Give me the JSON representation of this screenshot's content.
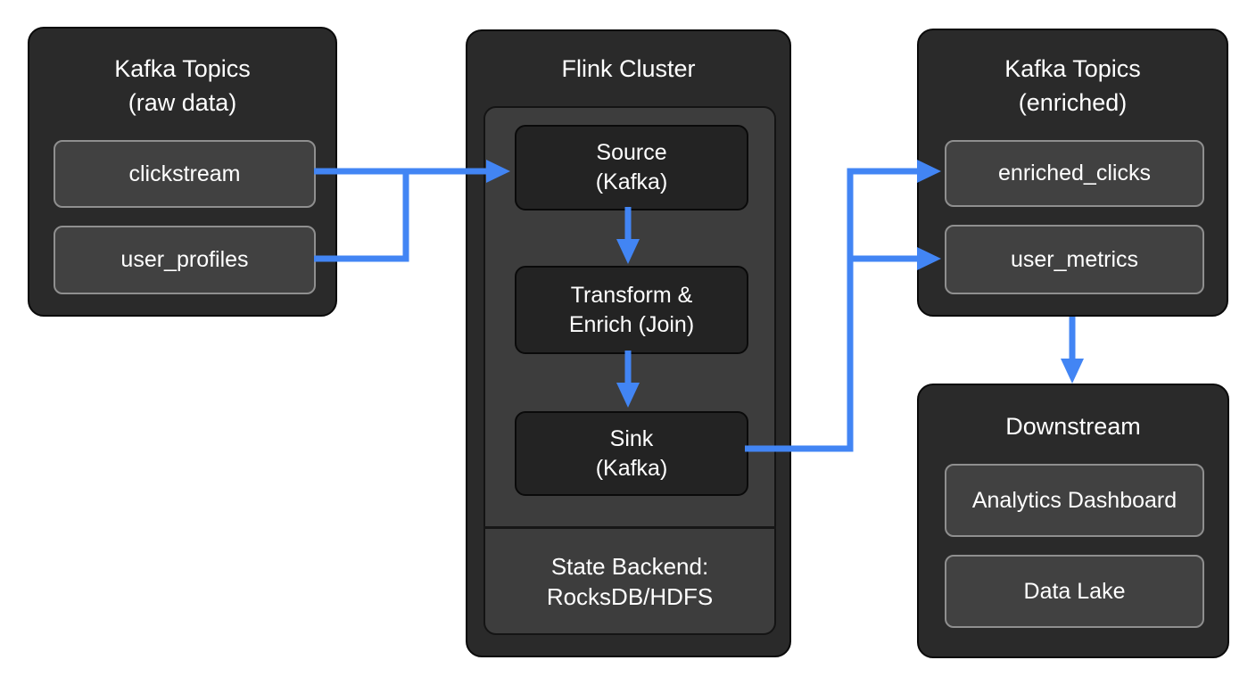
{
  "colors": {
    "accent": "#4285f4",
    "canvas": "#ffffff",
    "panel": "#2a2a2a",
    "item": "#414141",
    "item-border": "#8f8f8f",
    "node": "#232323",
    "container": "#3d3d3d",
    "text": "#ffffff"
  },
  "panels": {
    "kafka_raw": {
      "title_line1": "Kafka Topics",
      "title_line2": "(raw data)",
      "topics": [
        "clickstream",
        "user_profiles"
      ]
    },
    "flink": {
      "title": "Flink Cluster",
      "nodes": [
        {
          "line1": "Source",
          "line2": "(Kafka)"
        },
        {
          "line1": "Transform &",
          "line2": "Enrich (Join)"
        },
        {
          "line1": "Sink",
          "line2": "(Kafka)"
        }
      ],
      "state_backend_line1": "State Backend:",
      "state_backend_line2": "RocksDB/HDFS"
    },
    "kafka_enriched": {
      "title_line1": "Kafka Topics",
      "title_line2": "(enriched)",
      "topics": [
        "enriched_clicks",
        "user_metrics"
      ]
    },
    "downstream": {
      "title": "Downstream",
      "items": [
        "Analytics Dashboard",
        "Data Lake"
      ]
    }
  },
  "edges": [
    {
      "from": "clickstream",
      "to": "source-kafka"
    },
    {
      "from": "user_profiles",
      "to": "source-kafka"
    },
    {
      "from": "source-kafka",
      "to": "transform-enrich"
    },
    {
      "from": "transform-enrich",
      "to": "sink-kafka"
    },
    {
      "from": "sink-kafka",
      "to": "enriched_clicks"
    },
    {
      "from": "sink-kafka",
      "to": "user_metrics"
    },
    {
      "from": "kafka-topics-enriched",
      "to": "downstream"
    }
  ]
}
